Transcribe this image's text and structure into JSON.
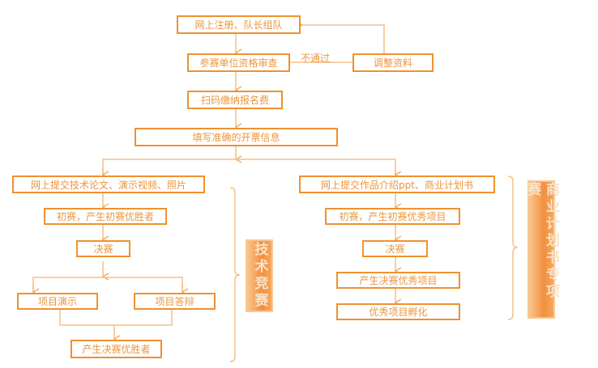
{
  "steps": {
    "register": "网上注册、队长组队",
    "qualify": "参赛单位资格审查",
    "adjust": "调整资料",
    "reject_label": "不通过",
    "pay": "扫码缴纳报名费",
    "invoice": "填写准确的开票信息"
  },
  "tech": {
    "tag": "技术竞赛",
    "submit": "网上提交技术论文、演示视频、照片",
    "prelim": "初赛，产生初赛优胜者",
    "final": "决赛",
    "demo": "项目演示",
    "defense": "项目答辩",
    "winner": "产生决赛优胜者"
  },
  "biz": {
    "tag": "商业计划书专项赛",
    "submit": "网上提交作品介绍ppt、商业计划书",
    "prelim": "初赛，产生初赛优秀项目",
    "final": "决赛",
    "winner": "产生决赛优秀项目",
    "incubate": "优秀项目孵化"
  },
  "colors": {
    "border": "#EF9130",
    "line": "#F5BF85",
    "text": "#E9963F"
  }
}
